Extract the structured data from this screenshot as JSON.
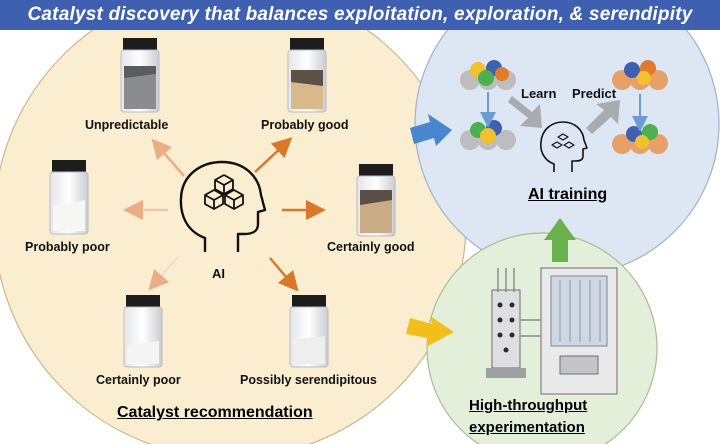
{
  "title": "Catalyst discovery that balances exploitation, exploration, & serendipity",
  "recommendation": {
    "heading": "Catalyst recommendation",
    "ai_label": "AI",
    "samples": [
      {
        "label": "Unpredictable"
      },
      {
        "label": "Probably good"
      },
      {
        "label": "Probably poor"
      },
      {
        "label": "Certainly good"
      },
      {
        "label": "Certainly poor"
      },
      {
        "label": "Possibly serendipitous"
      }
    ]
  },
  "training": {
    "heading": "AI training",
    "learn_label": "Learn",
    "predict_label": "Predict"
  },
  "experimentation": {
    "heading_line1": "High-throughput",
    "heading_line2": "experimentation"
  },
  "colors": {
    "banner": "#3f5fb0",
    "recommendation_bg": "#fbeed0",
    "training_bg": "#dde6f3",
    "experiment_bg": "#e4efd9",
    "arrow_orange": "#d9772a",
    "arrow_blue": "#4a86cf",
    "arrow_yellow": "#f2bf1a",
    "arrow_green": "#6ab04c"
  },
  "icons": [
    "ai-head-icon",
    "vial-icon",
    "catalyst-cluster-icon",
    "reactor-icon"
  ]
}
